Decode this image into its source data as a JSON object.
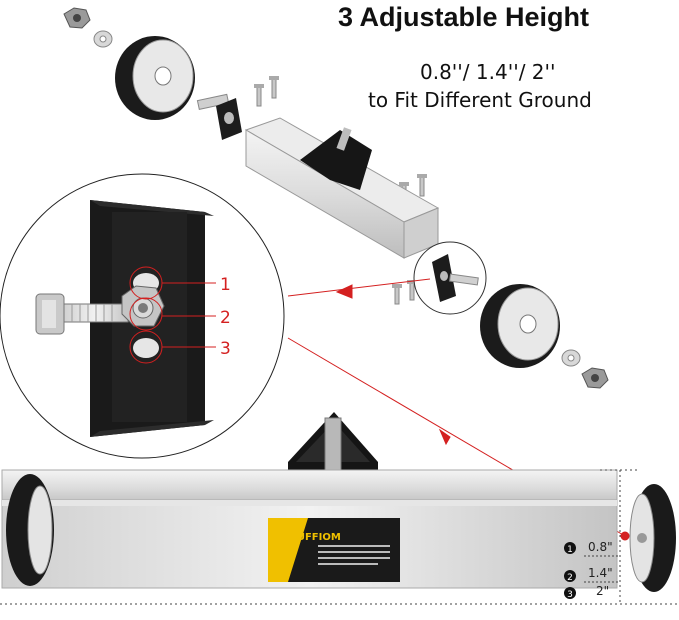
{
  "headline": {
    "title": "3 Adjustable Height",
    "heights": "0.8''/ 1.4''/ 2''",
    "purpose": "to Fit Different Ground"
  },
  "hole_labels": [
    "1",
    "2",
    "3"
  ],
  "height_scale": [
    {
      "marker": "1",
      "value": "0.8\""
    },
    {
      "marker": "2",
      "value": "1.4\""
    },
    {
      "marker": "3",
      "value": "2\""
    }
  ],
  "brand_label": "TUFFIOM",
  "colors": {
    "callout_red": "#d42020",
    "bracket_black": "#1a1a1a",
    "frame_silver": "#dcdcdc"
  }
}
